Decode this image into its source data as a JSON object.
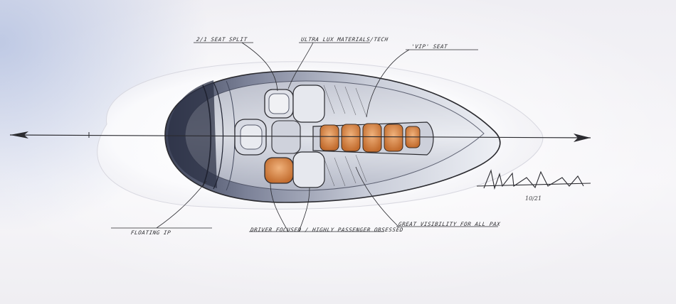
{
  "callouts": {
    "seat_2_1": "2/1 SEAT SPLIT",
    "ultra_lux": "ULTRA LUX MATERIALS/TECH",
    "vip_seat": "'VIP' SEAT",
    "floating_ip": "FLOATING IP",
    "driver_focused": "DRIVER FOCUSED / HIGHLY PASSENGER OBSESSED",
    "great_visibility": "GREAT VISIBILITY FOR ALL PAX"
  },
  "signature": {
    "name": "",
    "date": "10/21"
  },
  "colors": {
    "seat_accent": "#d9894a",
    "line": "#2b2b30",
    "glass": "#8a90a8"
  }
}
